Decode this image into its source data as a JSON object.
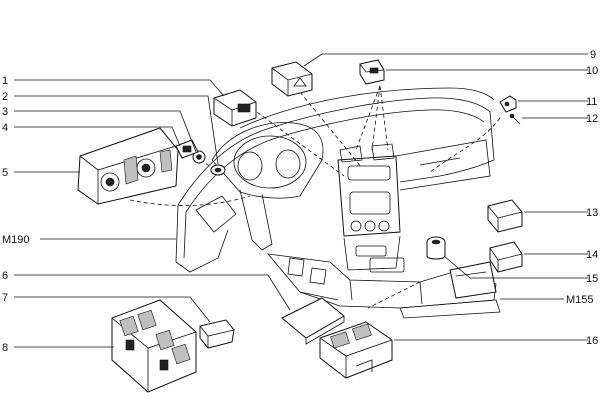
{
  "callouts": [
    {
      "id": "c1",
      "text": "1"
    },
    {
      "id": "c2",
      "text": "2"
    },
    {
      "id": "c3",
      "text": "3"
    },
    {
      "id": "c4",
      "text": "4"
    },
    {
      "id": "c5",
      "text": "5"
    },
    {
      "id": "c6",
      "text": "6"
    },
    {
      "id": "c7",
      "text": "7"
    },
    {
      "id": "c8",
      "text": "8"
    },
    {
      "id": "c9",
      "text": "9"
    },
    {
      "id": "c10",
      "text": "10"
    },
    {
      "id": "c11",
      "text": "11"
    },
    {
      "id": "c12",
      "text": "12"
    },
    {
      "id": "c13",
      "text": "13"
    },
    {
      "id": "c14",
      "text": "14"
    },
    {
      "id": "c15",
      "text": "15"
    },
    {
      "id": "c16",
      "text": "16"
    },
    {
      "id": "cM190",
      "text": "M190"
    },
    {
      "id": "cM155",
      "text": "M155"
    }
  ]
}
